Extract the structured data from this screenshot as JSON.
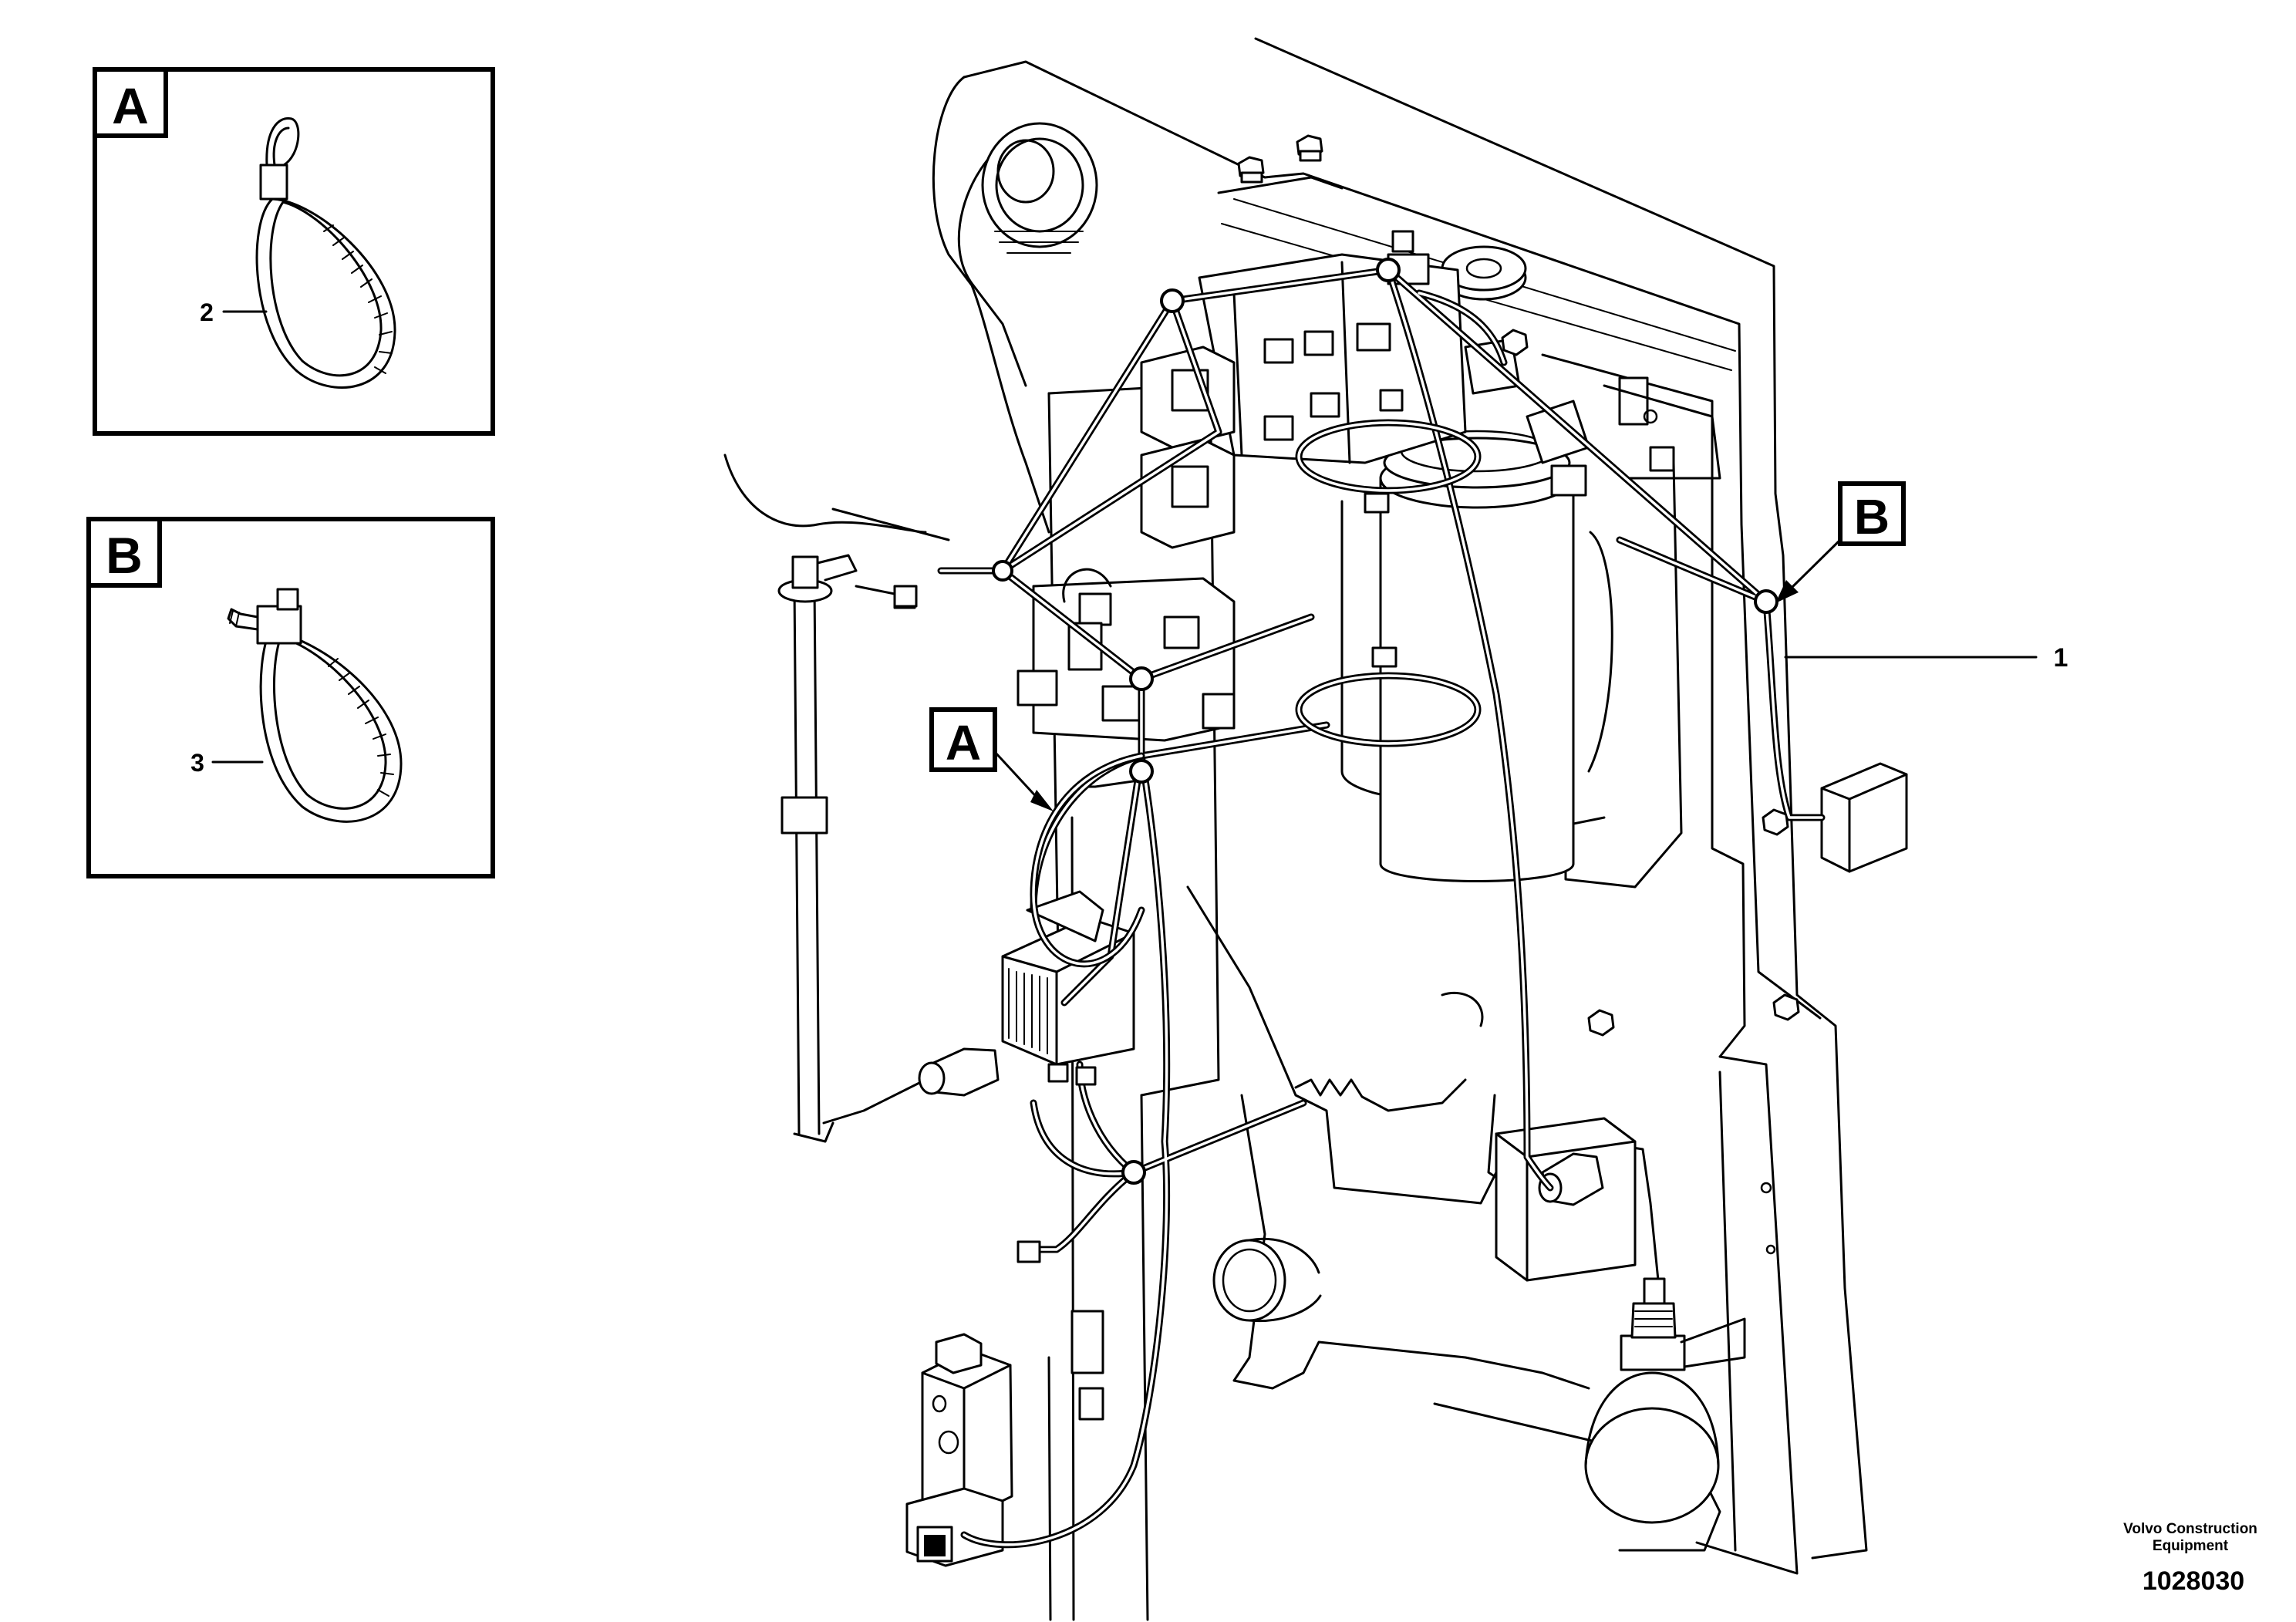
{
  "detail_a": {
    "letter": "A",
    "item": "2"
  },
  "detail_b": {
    "letter": "B",
    "item": "3"
  },
  "callout_a": "A",
  "callout_b": "B",
  "item_1": "1",
  "credit": {
    "line1": "Volvo Construction",
    "line2": "Equipment",
    "drawing_number": "1028030"
  }
}
